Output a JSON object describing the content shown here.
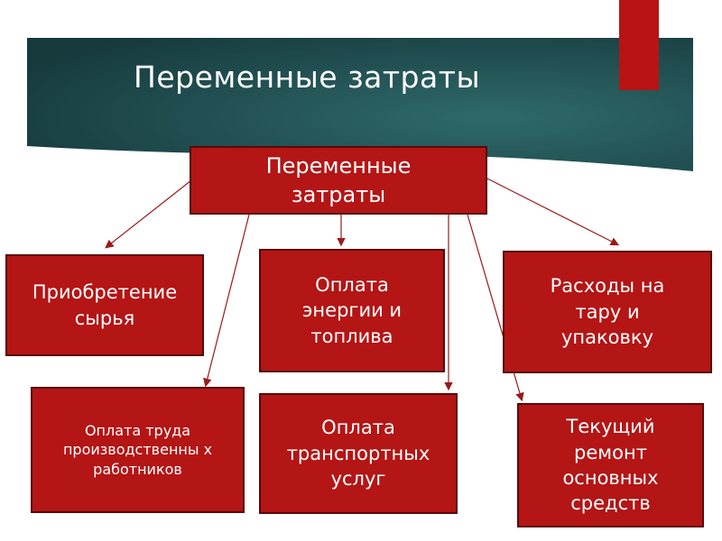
{
  "slide": {
    "title": "Переменные затраты"
  },
  "diagram": {
    "root": "Переменные затраты",
    "items": [
      "Приобретение сырья",
      "Оплата энергии и топлива",
      "Расходы на тару и упаковку",
      "Оплата труда производственны х работников",
      "Оплата транспортных услуг",
      "Текущий ремонт основных средств"
    ]
  },
  "colors": {
    "banner": "#1e4a4c",
    "box_fill": "#b41515",
    "box_border": "#5a0808",
    "accent": "#b81414",
    "arrow": "#9a1a1a"
  }
}
